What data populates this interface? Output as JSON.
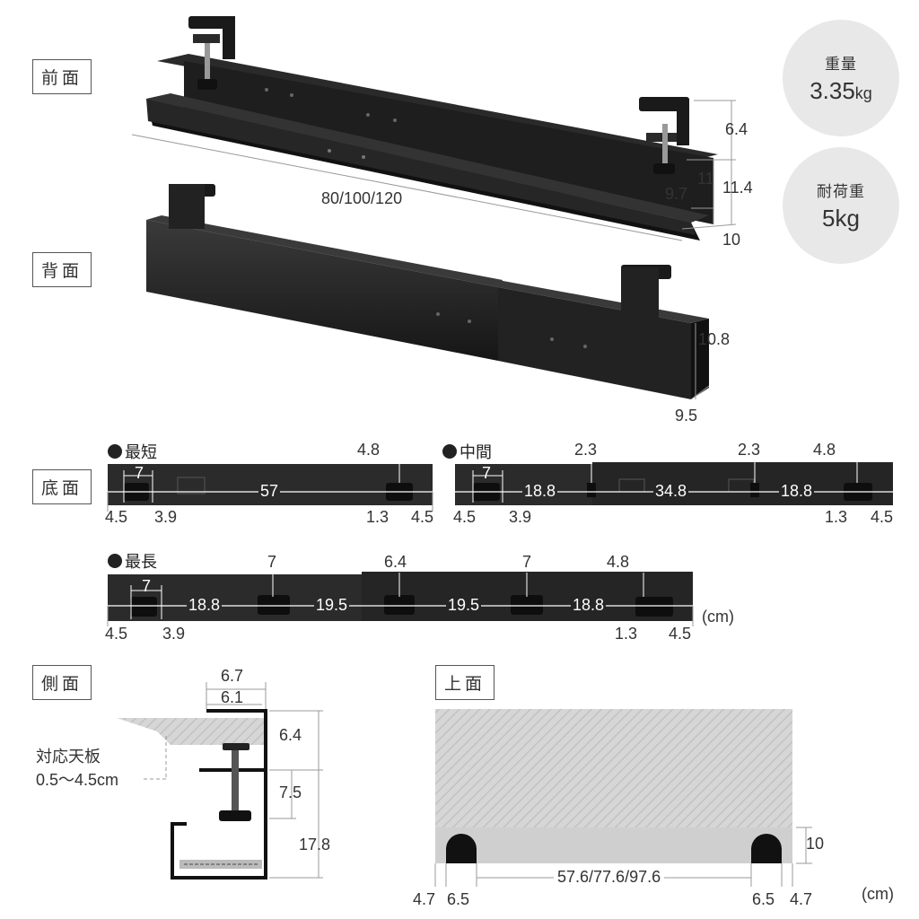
{
  "views": {
    "front": "前面",
    "back": "背面",
    "bottom": "底面",
    "side": "側面",
    "top": "上面"
  },
  "weight": {
    "label": "重量",
    "value": "3.35",
    "unit": "kg"
  },
  "load": {
    "label": "耐荷重",
    "value": "5kg"
  },
  "front_dims": {
    "length": "80/100/120",
    "h1": "6.4",
    "h2": "11",
    "h3": "11.4",
    "w1": "9.7",
    "w2": "10"
  },
  "back_dims": {
    "h": "10.8",
    "w": "9.5"
  },
  "bottom": {
    "shortest": {
      "title": "最短",
      "d7": "7",
      "d57": "57",
      "d48": "4.8",
      "l45": "4.5",
      "l39": "3.9",
      "r13": "1.3",
      "r45": "4.5"
    },
    "middle": {
      "title": "中間",
      "d7": "7",
      "d188a": "18.8",
      "d23a": "2.3",
      "d348": "34.8",
      "d23b": "2.3",
      "d188b": "18.8",
      "d48": "4.8",
      "l45": "4.5",
      "l39": "3.9",
      "r13": "1.3",
      "r45": "4.5"
    },
    "longest": {
      "title": "最長",
      "d7a": "7",
      "d188a": "18.8",
      "d7b": "7",
      "d195a": "19.5",
      "d64": "6.4",
      "d195b": "19.5",
      "d7c": "7",
      "d188b": "18.8",
      "d48": "4.8",
      "l45": "4.5",
      "l39": "3.9",
      "r13": "1.3",
      "r45": "4.5"
    },
    "unit": "(cm)"
  },
  "side_dims": {
    "w1": "6.7",
    "w2": "6.1",
    "h1": "6.4",
    "h2": "7.5",
    "h3": "17.8",
    "note1": "対応天板",
    "note2": "0.5〜4.5cm"
  },
  "top_dims": {
    "length": "57.6/77.6/97.6",
    "h": "10",
    "l1": "4.7",
    "l2": "6.5",
    "r1": "6.5",
    "r2": "4.7",
    "unit": "(cm)"
  }
}
